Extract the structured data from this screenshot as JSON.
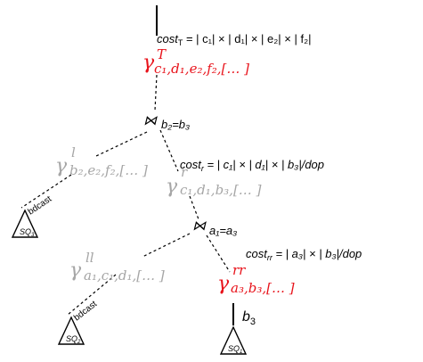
{
  "top_cost": {
    "label": "cost",
    "sub": "T",
    "formula": " = | c₁|  × | d₁| × | e₂| × | f₂|"
  },
  "top_agg": {
    "symbol": "γ",
    "sup": "T",
    "sub": "c₁,d₁,e₂,f₂,[… ]"
  },
  "join1": {
    "symbol": "⋈",
    "condition": "b₂=b₃"
  },
  "agg_l": {
    "symbol": "γ",
    "sup": "l",
    "sub": "b₂,e₂,f₂,[… ]"
  },
  "bdcast_1": "bdcast",
  "sq3": {
    "label": "SQ",
    "sub": "3"
  },
  "cost_r": {
    "label": "cost",
    "sub": "r",
    "formula": " = | c₁|  × | d₁| × | b₃|/dop"
  },
  "agg_r": {
    "symbol": "γ",
    "sup": "r",
    "sub": "c₁,d₁,b₃,[… ]"
  },
  "join2": {
    "symbol": "⋈",
    "condition": "a₁=a₃"
  },
  "agg_ll": {
    "symbol": "γ",
    "sup": "ll",
    "sub": "a₁,c₁,d₁,[… ]"
  },
  "bdcast_2": "bdcast",
  "sq2": {
    "label": "SQ",
    "sub": "2"
  },
  "cost_rr": {
    "label": "cost",
    "sub": "rr",
    "formula": " = | a₃|  × | b₃|/dop"
  },
  "agg_rr": {
    "symbol": "γ",
    "sup": "rr",
    "sub": "a₃,b₃,[… ]"
  },
  "b3": {
    "label": "b",
    "sub": "3"
  },
  "sq1": {
    "label": "SQ",
    "sub": "1"
  },
  "colors": {
    "highlight": "#e8131b",
    "muted": "#a6a6a6",
    "line": "#000000"
  }
}
